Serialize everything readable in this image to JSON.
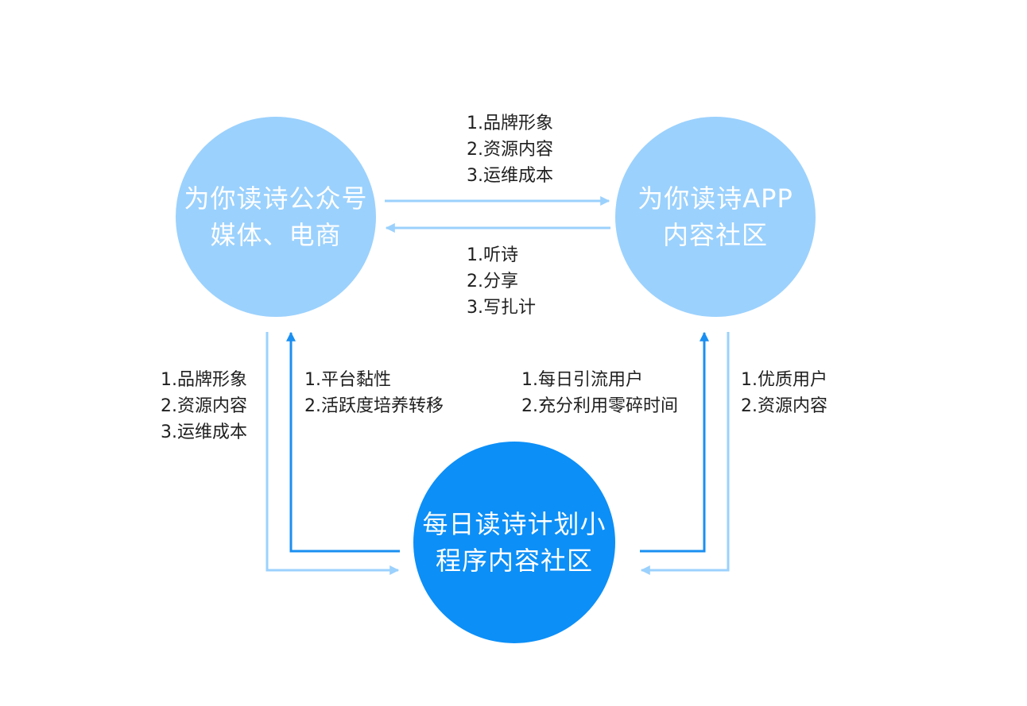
{
  "nodes": {
    "official_account": {
      "line1": "为你读诗公众号",
      "line2": "媒体、电商",
      "color": "#9bd1fd"
    },
    "app_community": {
      "line1": "为你读诗APP",
      "line2": "内容社区",
      "color": "#9bd1fd"
    },
    "mini_program": {
      "line1": "每日读诗计划小",
      "line2": "程序内容社区",
      "color": "#0c8ff7"
    }
  },
  "edges": {
    "official_to_app": {
      "items": [
        "1.品牌形象",
        "2.资源内容",
        "3.运维成本"
      ]
    },
    "app_to_official": {
      "items": [
        "1.听诗",
        "2.分享",
        "3.写扎计"
      ]
    },
    "official_to_mini": {
      "items": [
        "1.品牌形象",
        "2.资源内容",
        "3.运维成本"
      ]
    },
    "mini_to_official": {
      "items": [
        "1.平台黏性",
        "2.活跃度培养转移"
      ]
    },
    "mini_to_app": {
      "items": [
        "1.每日引流用户",
        "2.充分利用零碎时间"
      ]
    },
    "app_to_mini": {
      "items": [
        "1.优质用户",
        "2.资源内容"
      ]
    }
  },
  "colors": {
    "light_arrow": "#9bd1fd",
    "dark_arrow": "#1a8ff2",
    "text": "#1f1f1f"
  }
}
